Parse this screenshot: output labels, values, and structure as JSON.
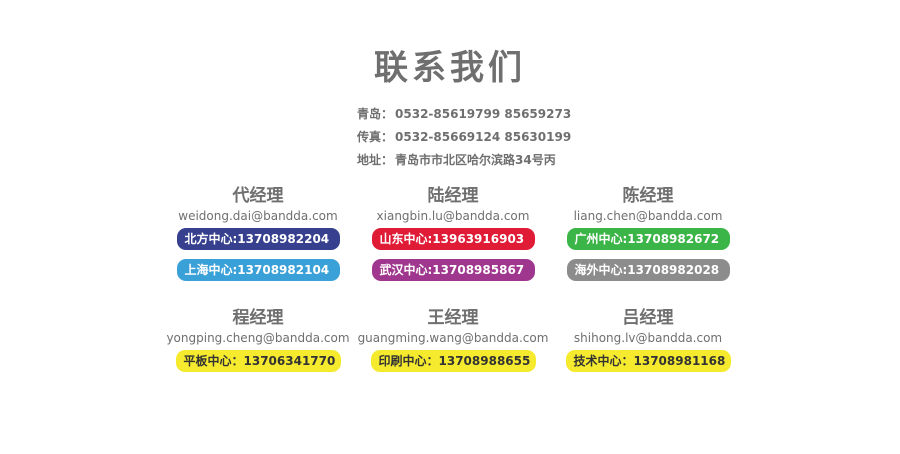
{
  "title": "联系我们",
  "company_info": {
    "qingdao_label": "青岛：",
    "qingdao_value": "0532-85619799 85659273",
    "fax_label": "传真：",
    "fax_value": "0532-85669124 85630199",
    "address_label": "地址：",
    "address_value": "青岛市市北区哈尔滨路34号丙"
  },
  "managers": [
    {
      "name": "代经理",
      "email": "weidong.dai@bandda.com",
      "phones": [
        {
          "text": "北方中心:13708982204",
          "color": "#36408f"
        },
        {
          "text": "上海中心:13708982104",
          "color": "#3aa0d8"
        }
      ]
    },
    {
      "name": "陆经理",
      "email": "xiangbin.lu@bandda.com",
      "phones": [
        {
          "text": "山东中心:13963916903",
          "color": "#e01b35"
        },
        {
          "text": "武汉中心:13708985867",
          "color": "#a0378e"
        }
      ]
    },
    {
      "name": "陈经理",
      "email": "liang.chen@bandda.com",
      "phones": [
        {
          "text": "广州中心:13708982672",
          "color": "#3cb548"
        },
        {
          "text": "海外中心:13708982028",
          "color": "#8c8c8c"
        }
      ]
    },
    {
      "name": "程经理",
      "email": "yongping.cheng@bandda.com",
      "phones": [
        {
          "text": "平板中心：13706341770",
          "color": "#f5ea2e"
        }
      ]
    },
    {
      "name": "王经理",
      "email": "guangming.wang@bandda.com",
      "phones": [
        {
          "text": "印刷中心：13708988655",
          "color": "#f5ea2e"
        }
      ]
    },
    {
      "name": "吕经理",
      "email": "shihong.lv@bandda.com",
      "phones": [
        {
          "text": "技术中心：13708981168",
          "color": "#f5ea2e"
        }
      ]
    }
  ]
}
